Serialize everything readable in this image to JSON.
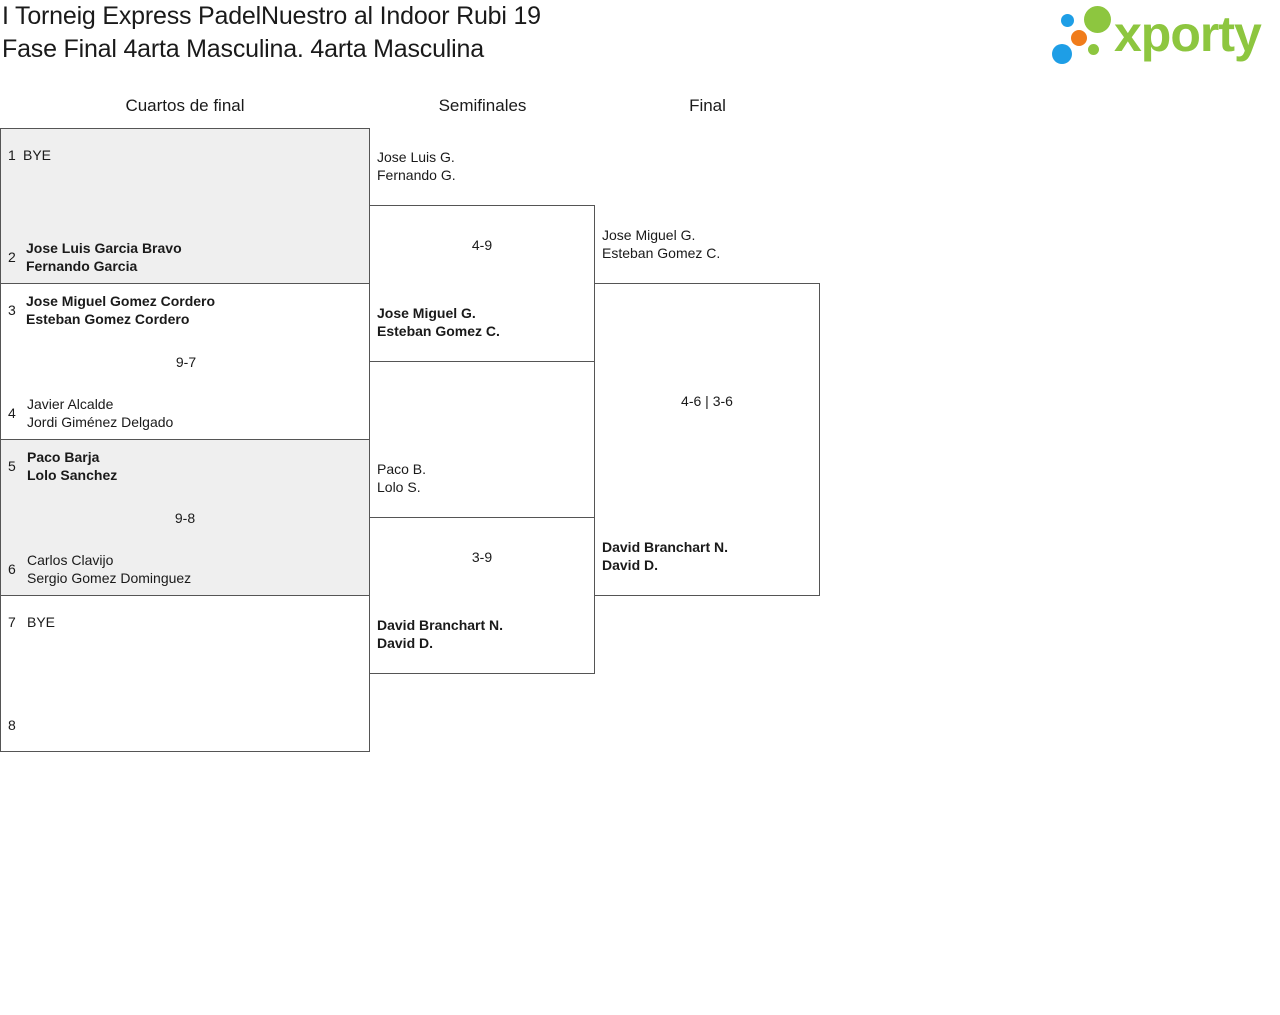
{
  "header": {
    "title_line1": "I Torneig Express PadelNuestro al Indoor Rubi 19",
    "title_line2": "Fase Final 4arta Masculina. 4arta Masculina"
  },
  "logo": {
    "text": "xporty",
    "colors": {
      "green": "#8dc63f",
      "blue": "#1e9ee6",
      "orange": "#f07c1b"
    }
  },
  "rounds": {
    "quarterfinals": "Cuartos de final",
    "semifinals": "Semifinales",
    "final": "Final"
  },
  "quarterfinals": {
    "m1": {
      "seed_a": "1",
      "team_a": [
        "BYE",
        ""
      ],
      "seed_b": "2",
      "team_b": [
        "Jose Luis Garcia Bravo",
        "Fernando Garcia"
      ],
      "score": ""
    },
    "m2": {
      "seed_a": "3",
      "team_a": [
        "Jose Miguel Gomez Cordero",
        "Esteban Gomez Cordero"
      ],
      "seed_b": "4",
      "team_b": [
        "Javier Alcalde",
        "Jordi Giménez Delgado"
      ],
      "score": "9-7"
    },
    "m3": {
      "seed_a": "5",
      "team_a": [
        "Paco Barja",
        "Lolo Sanchez"
      ],
      "seed_b": "6",
      "team_b": [
        "Carlos Clavijo",
        "Sergio Gomez Dominguez"
      ],
      "score": "9-8"
    },
    "m4": {
      "seed_a": "7",
      "team_a": [
        "BYE",
        ""
      ],
      "seed_b": "8",
      "team_b": [
        "",
        ""
      ],
      "score": ""
    }
  },
  "semifinals": {
    "s1": {
      "team_a": [
        "Jose Luis G.",
        "Fernando G."
      ],
      "team_b": [
        "Jose Miguel G.",
        "Esteban Gomez C."
      ],
      "score": "4-9"
    },
    "s2": {
      "team_a": [
        "Paco B.",
        "Lolo S."
      ],
      "team_b": [
        "David Branchart N.",
        "David D."
      ],
      "score": "3-9"
    }
  },
  "final": {
    "team_a": [
      "Jose Miguel G.",
      "Esteban Gomez C."
    ],
    "team_b": [
      "David Branchart N.",
      "David D."
    ],
    "score": "4-6 | 3-6"
  }
}
